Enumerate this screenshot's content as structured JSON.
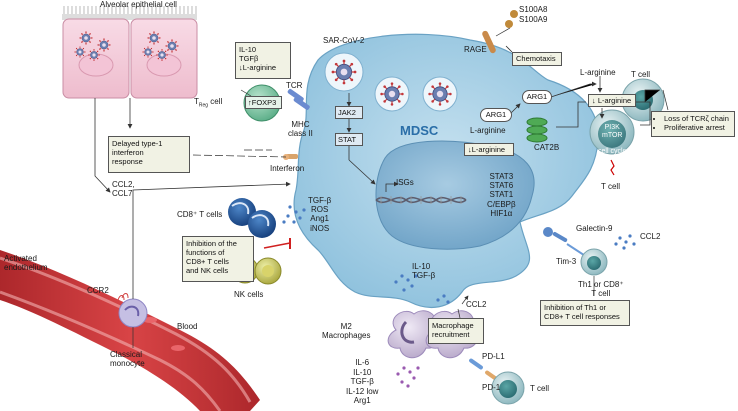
{
  "labels": {
    "alveolar": "Alveolar epithelial cell",
    "sars": "SAR-CoV-2",
    "rage": "RAGE",
    "s100a8": "S100A8",
    "s100a9": "S100A9",
    "chemotaxis": "Chemotaxis",
    "treg_cell": "T",
    "treg_sub": "Reg",
    "treg_suffix": " cell",
    "foxp3": "↑FOXP3",
    "tcr": "TCR",
    "mhc1": "MHC",
    "mhc2": "class II",
    "il10_box": [
      "IL-10",
      "TGFβ",
      "↓L-arginine"
    ],
    "delayed": [
      "Delayed type-1",
      "interferon",
      "response"
    ],
    "interferon": "Interferon",
    "ccl_left": [
      "CCL2,",
      "CCL7"
    ],
    "jak2": "JAK2",
    "stat": "STAT",
    "mdsc": "MDSC",
    "isgs": "ISGs",
    "stats": [
      "STAT3",
      "STAT6",
      "STAT1",
      "C/EBPβ",
      "HIF1α"
    ],
    "arg1_in": "ARG1",
    "arg1_out": "ARG1",
    "larg_in": "L-arginine",
    "larg_down": "↓L-arginine",
    "cat2b": "CAT2B",
    "larg_top": "L-arginine",
    "larg_down2": "↓ L-arginine",
    "pi3k": "PI3K",
    "mtor": "mTOR",
    "cellcycle": "cell cycle",
    "tcell_right_top": "T cell",
    "tcell_right": "T cell",
    "loss": [
      "Loss of TCRζ chain",
      "Proliferative arrest"
    ],
    "cd8": "CD8⁺ T cells",
    "tgfb_group": [
      "TGF-β",
      "ROS",
      "Ang1",
      "iNOS"
    ],
    "inhibition_box": [
      "Inhibition of the",
      "functions of",
      "CD8+ T cells",
      "and NK cells"
    ],
    "nk": "NK cells",
    "activated": [
      "Activated",
      "endothelium"
    ],
    "ccr2": "CCR2",
    "blood": "Blood",
    "classical": [
      "Classical",
      "monocyte"
    ],
    "galectin": "Galectin-9",
    "tim3": "Tim-3",
    "ccl2_right": "CCL2",
    "th1": [
      "Th1 or CD8⁺",
      "T cell"
    ],
    "inhib_th1": [
      "Inhibition of Th1 or",
      "CD8+ T cell responses"
    ],
    "il10_bottom": [
      "IL-10",
      "TGF-β"
    ],
    "ccl2_bottom": "CCL2",
    "m2": [
      "M2",
      "Macrophages"
    ],
    "macro_recruit": [
      "Macrophage",
      "recruitment"
    ],
    "il6_group": [
      "IL-6",
      "IL-10",
      "TGF-β",
      "IL-12 low",
      "Arg1"
    ],
    "pdl1": "PD-L1",
    "pd1": "PD-1",
    "tcell_bottom": "T cell"
  },
  "colors": {
    "mdsc_fill": "#a8cfe4",
    "nucleus_fill": "#7fb3d3",
    "mdsc_text": "#2a6ea8",
    "treg_fill": "#7fc5a7",
    "vessel_red": "#c8282d",
    "box_fill": "#f1f2e4",
    "inhibit_red": "#d02020"
  }
}
